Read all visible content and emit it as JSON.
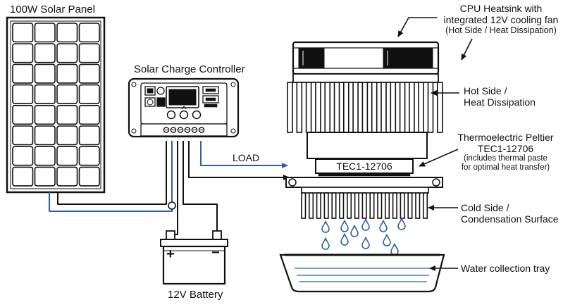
{
  "labels": {
    "solar_panel": "100W Solar Panel",
    "controller": "Solar Charge Controller",
    "battery": "12V Battery",
    "battery_plus": "+",
    "battery_minus": "−",
    "load": "LOAD",
    "heatsink_lines": [
      "CPU Heatsink with",
      "integrated 12V cooling fan",
      "(Hot Side / Heat Dissipation)"
    ],
    "hot_side_lines": [
      "Hot Side /",
      "Heat Dissipation"
    ],
    "peltier_title": "Thermoelectric Peltier",
    "peltier_model": "TEC1-12706",
    "peltier_note_lines": [
      "(includes thermal paste",
      "for optimal heat transfer)"
    ],
    "peltier_chip": "TEC1-12706",
    "cold_side_lines": [
      "Cold Side /",
      "Condensation Surface"
    ],
    "tray": "Water collection tray"
  },
  "icons": [
    "solar-panel-icon",
    "charge-controller-icon",
    "battery-icon",
    "cooling-fan-icon",
    "heatsink-icon",
    "peltier-module-icon",
    "cold-heatsink-icon",
    "water-droplet-icon",
    "water-tray-icon"
  ],
  "colors": {
    "wire_blue": "#2f5ea8",
    "wire_black": "#111111",
    "outline": "#111111"
  }
}
